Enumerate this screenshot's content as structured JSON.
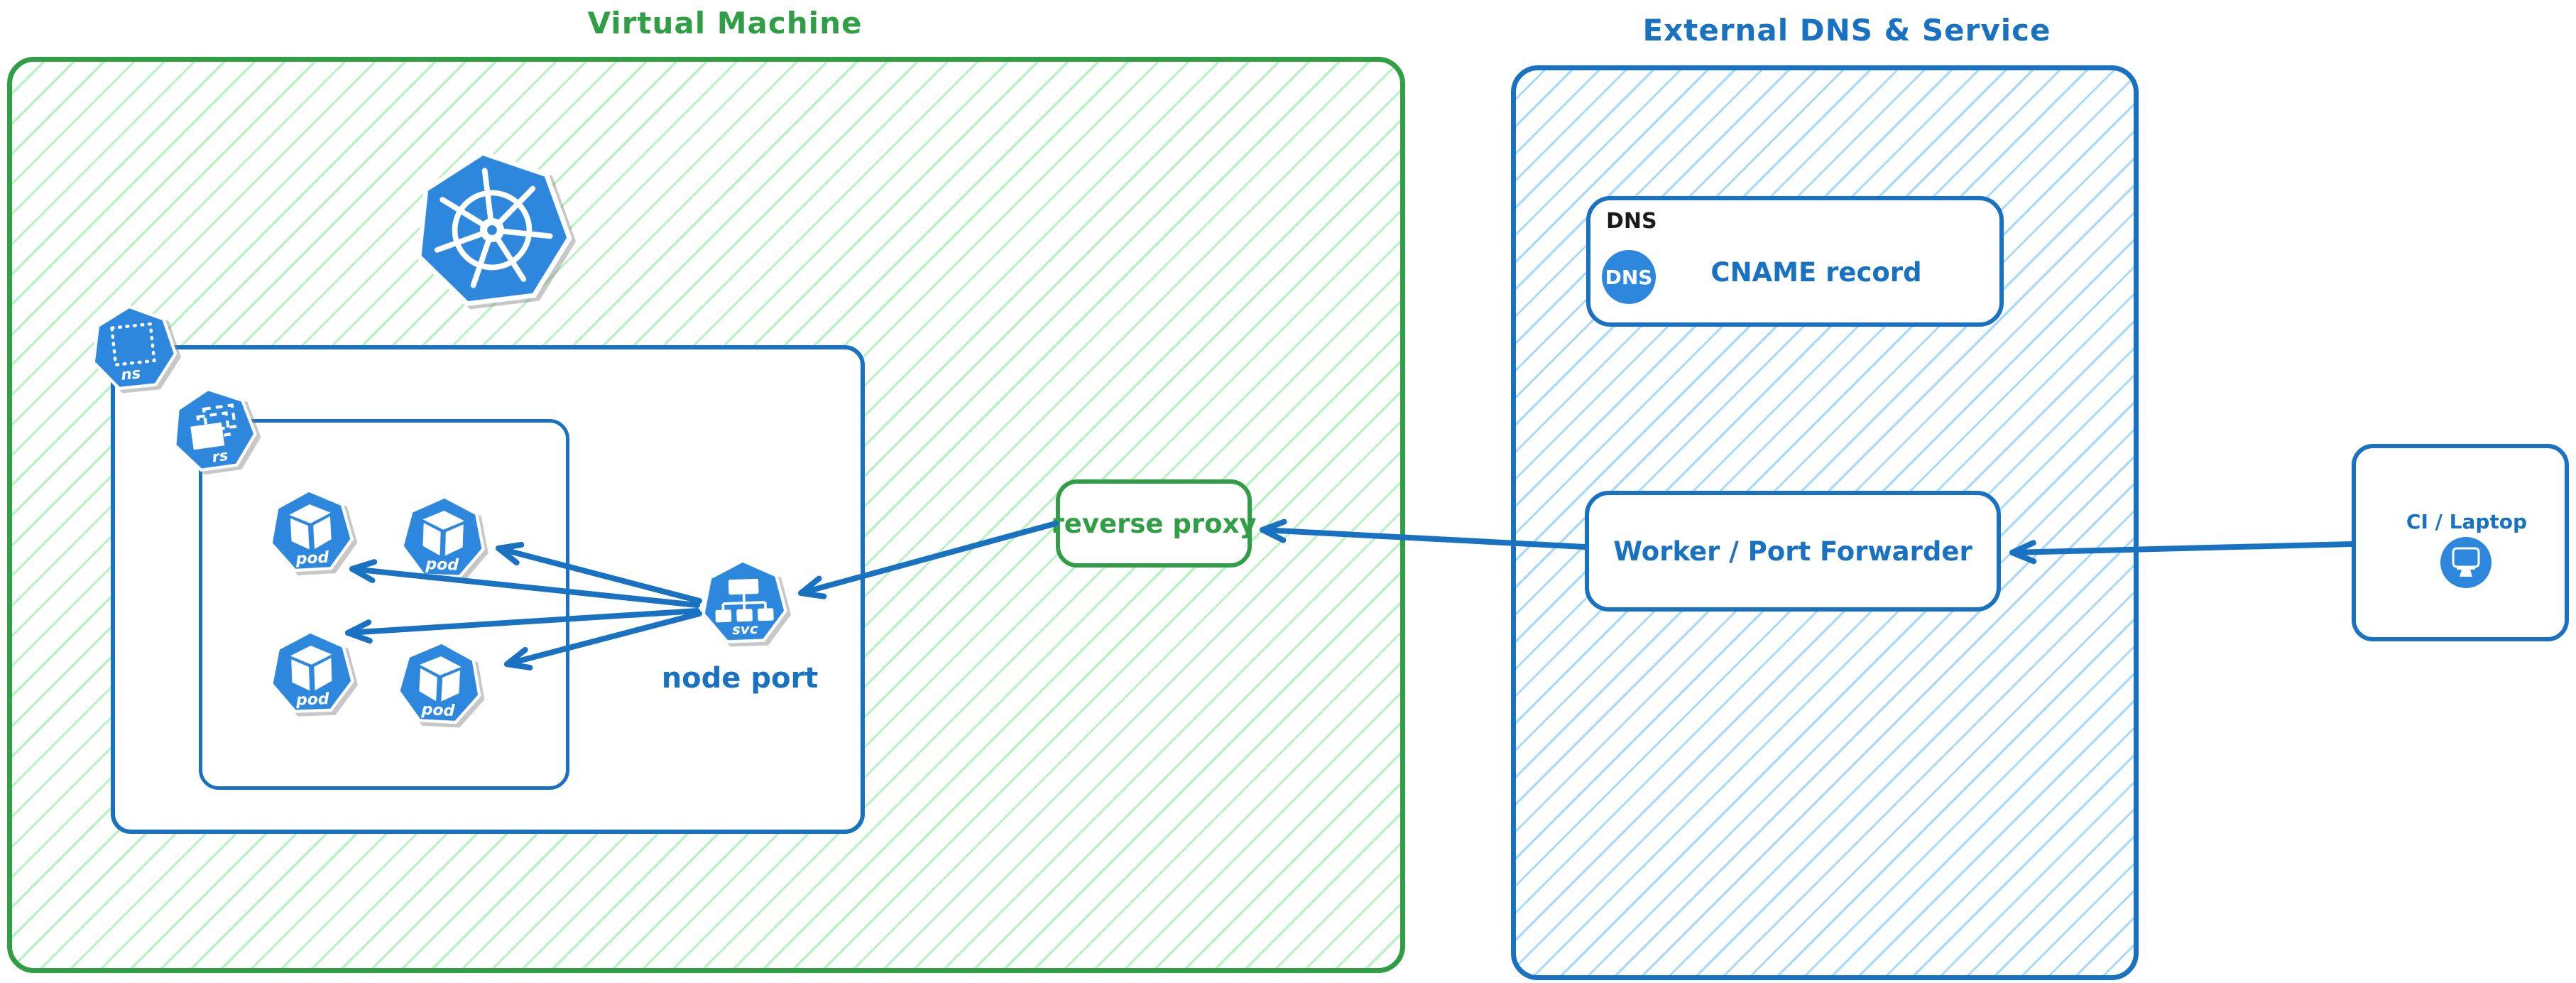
{
  "colors": {
    "vm_group_green": "#2f9e44",
    "vm_hatch_green": "#b2f2bb",
    "external_group_blue": "#1971c2",
    "external_hatch_blue": "#a5d8ff",
    "icon_blue": "#2d87dd",
    "dns_tag_black": "#1a1a1a"
  },
  "vm_group": {
    "title": "Virtual Machine",
    "node_port_label": "node port",
    "reverse_proxy_label": "reverse proxy",
    "icons": {
      "kubernetes": "kubernetes-logo",
      "namespace": "ns",
      "replicaset": "rs",
      "pod": "pod",
      "service": "svc"
    },
    "pod_count": 4
  },
  "external_group": {
    "title": "External DNS & Service",
    "dns_tag": "DNS",
    "dns_badge": "DNS",
    "cname_label": "CNAME record",
    "worker_label": "Worker / Port Forwarder"
  },
  "client": {
    "label": "CI / Laptop"
  },
  "edges": [
    {
      "from": "service-node-port",
      "to": "pod-1",
      "style": "arrow"
    },
    {
      "from": "service-node-port",
      "to": "pod-2",
      "style": "arrow"
    },
    {
      "from": "service-node-port",
      "to": "pod-3",
      "style": "arrow"
    },
    {
      "from": "service-node-port",
      "to": "pod-4",
      "style": "arrow"
    },
    {
      "from": "reverse-proxy",
      "to": "service-node-port",
      "style": "arrow"
    },
    {
      "from": "worker-port-forwarder",
      "to": "reverse-proxy",
      "style": "arrow"
    },
    {
      "from": "ci-laptop",
      "to": "worker-port-forwarder",
      "style": "arrow"
    }
  ]
}
